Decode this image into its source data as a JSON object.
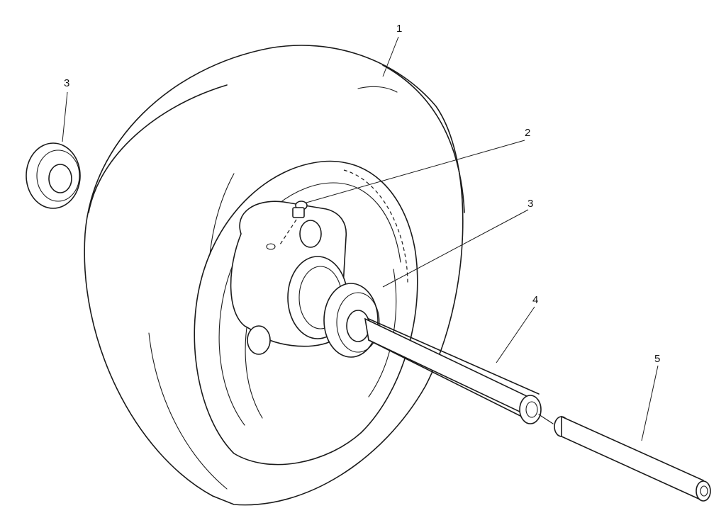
{
  "callouts": [
    {
      "id": "tire",
      "label": "1"
    },
    {
      "id": "grease-fitting",
      "label": "2"
    },
    {
      "id": "bearing-inner",
      "label": "3"
    },
    {
      "id": "bearing-outer",
      "label": "3"
    },
    {
      "id": "spacer-tube",
      "label": "4"
    },
    {
      "id": "axle-spacer",
      "label": "5"
    }
  ]
}
